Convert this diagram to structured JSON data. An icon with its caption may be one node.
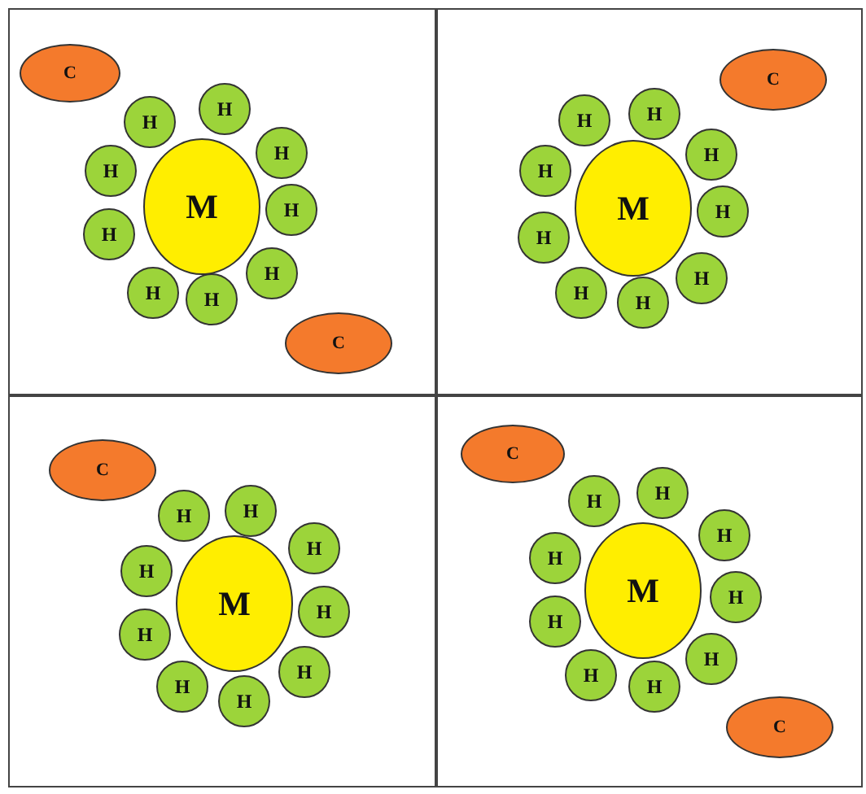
{
  "diagram": {
    "nodes": [
      {
        "text": [],
        "shape": "box"
      },
      {
        "text": [
          "C"
        ],
        "in": 0
      },
      {
        "text": [
          "H"
        ],
        "in": 0
      },
      {
        "text": [
          "H"
        ],
        "in": 0
      },
      {
        "text": [
          "H"
        ],
        "in": 0
      },
      {
        "text": [
          "H"
        ],
        "in": 0
      },
      {
        "text": [
          "M"
        ],
        "in": 0
      },
      {
        "text": [
          "H"
        ],
        "in": 0
      },
      {
        "text": [
          "H"
        ],
        "in": 0
      },
      {
        "text": [
          "H"
        ],
        "in": 0
      },
      {
        "text": [
          "H"
        ],
        "in": 0
      },
      {
        "text": [
          "H"
        ],
        "in": 0
      },
      {
        "text": [
          "C"
        ],
        "in": 0
      },
      {
        "text": [],
        "shape": "box"
      },
      {
        "text": [
          "C"
        ],
        "in": 13
      },
      {
        "text": [
          "H"
        ],
        "in": 13
      },
      {
        "text": [
          "H"
        ],
        "in": 13
      },
      {
        "text": [
          "H"
        ],
        "in": 13
      },
      {
        "text": [
          "H"
        ],
        "in": 13
      },
      {
        "text": [
          "M"
        ],
        "in": 13
      },
      {
        "text": [
          "H"
        ],
        "in": 13
      },
      {
        "text": [
          "H"
        ],
        "in": 13
      },
      {
        "text": [
          "H"
        ],
        "in": 13
      },
      {
        "text": [
          "H"
        ],
        "in": 13
      },
      {
        "text": [
          "H"
        ],
        "in": 13
      },
      {
        "text": [],
        "shape": "box"
      },
      {
        "text": [
          "C"
        ],
        "in": 25
      },
      {
        "text": [
          "H"
        ],
        "in": 25
      },
      {
        "text": [
          "H"
        ],
        "in": 25
      },
      {
        "text": [
          "H"
        ],
        "in": 25
      },
      {
        "text": [
          "H"
        ],
        "in": 25
      },
      {
        "text": [
          "M"
        ],
        "in": 25
      },
      {
        "text": [
          "H"
        ],
        "in": 25
      },
      {
        "text": [
          "H"
        ],
        "in": 25
      },
      {
        "text": [
          "H"
        ],
        "in": 25
      },
      {
        "text": [
          "H"
        ],
        "in": 25
      },
      {
        "text": [
          "H"
        ],
        "in": 25
      },
      {
        "text": [],
        "shape": "box"
      },
      {
        "text": [
          "C"
        ],
        "in": 37
      },
      {
        "text": [
          "H"
        ],
        "in": 37
      },
      {
        "text": [
          "H"
        ],
        "in": 37
      },
      {
        "text": [
          "H"
        ],
        "in": 37
      },
      {
        "text": [
          "H"
        ],
        "in": 37
      },
      {
        "text": [
          "M"
        ],
        "in": 37
      },
      {
        "text": [
          "H"
        ],
        "in": 37
      },
      {
        "text": [
          "H"
        ],
        "in": 37
      },
      {
        "text": [
          "H"
        ],
        "in": 37
      },
      {
        "text": [
          "H"
        ],
        "in": 37
      },
      {
        "text": [
          "H"
        ],
        "in": 37
      },
      {
        "text": [
          "C"
        ],
        "in": 37
      }
    ]
  }
}
